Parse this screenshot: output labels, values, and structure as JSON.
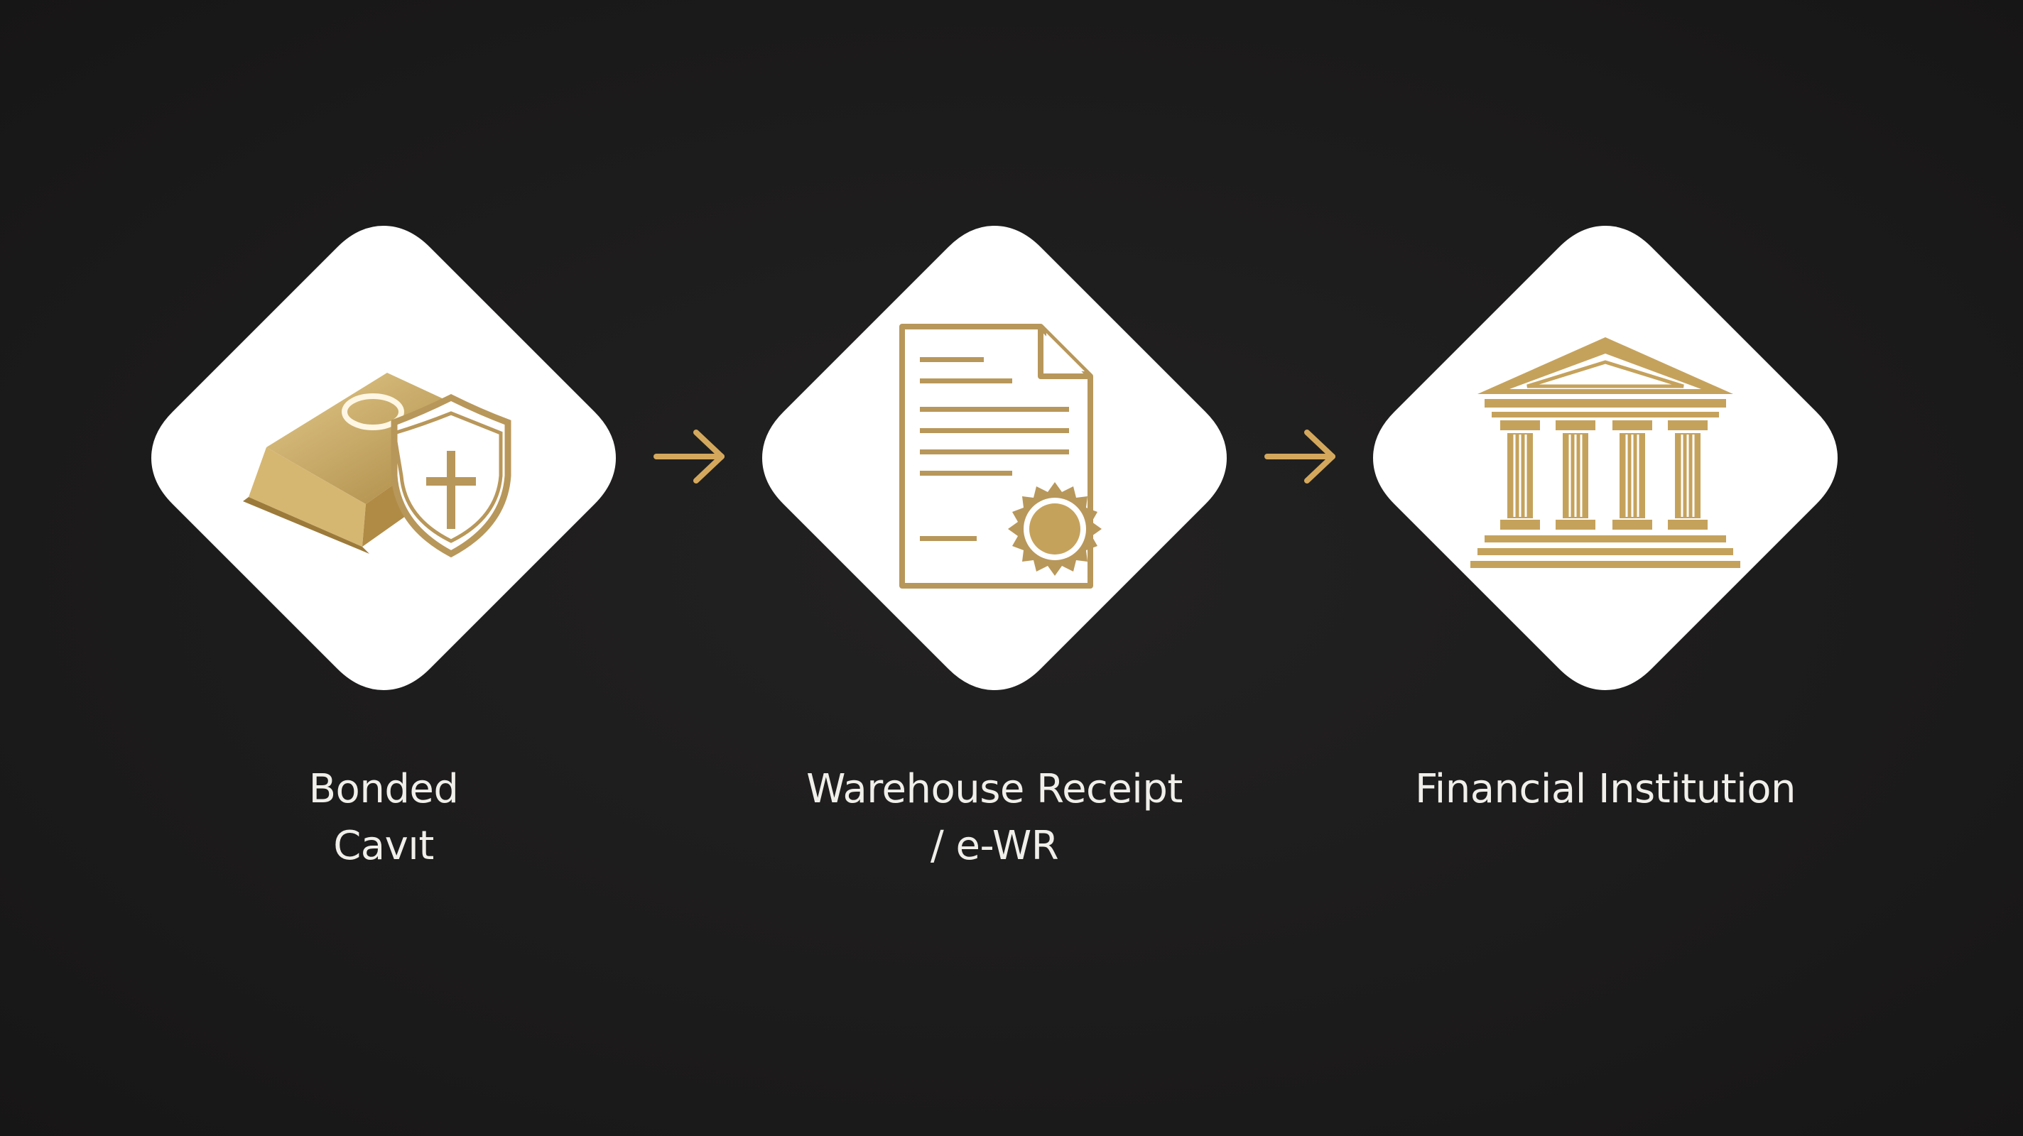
{
  "palette": {
    "background": "#1d1c1c",
    "diamond_fill": "#ffffff",
    "accent_gold": "#b8975a",
    "label_color": "#f1efea"
  },
  "steps": [
    {
      "icon": "gold-bar-shield-icon",
      "label_lines": [
        "Bonded",
        "Cavıt"
      ]
    },
    {
      "icon": "certificate-document-icon",
      "label_lines": [
        "Warehouse Receipt",
        "/ e-WR"
      ]
    },
    {
      "icon": "bank-building-icon",
      "label_lines": [
        "Financial Institution"
      ]
    }
  ],
  "connectors": [
    {
      "icon": "arrow-right-icon"
    },
    {
      "icon": "arrow-right-icon"
    }
  ]
}
